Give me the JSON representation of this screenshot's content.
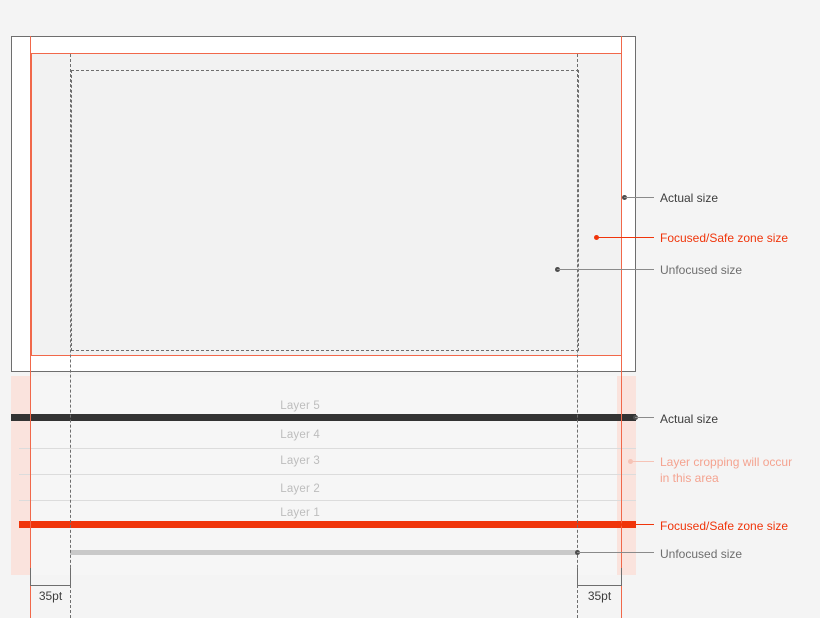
{
  "diagram": {
    "title": "tvOS parallax layer safe zone diagram",
    "colors": {
      "actual_size": "#333333",
      "safe_zone": "#f0350b",
      "safe_zone_outline": "#f1684a",
      "unfocused": "#8a8a8a",
      "crop_area": "#fae3dd",
      "crop_text": "#f4a390",
      "layer_label": "#bdbdbd",
      "panel_border": "#6e6e6e",
      "canvas": "#f4f4f4"
    }
  },
  "upper_panel": {
    "callouts": [
      {
        "id": "actual-size",
        "label": "Actual size"
      },
      {
        "id": "safe-zone",
        "label": "Focused/Safe zone size"
      },
      {
        "id": "unfocused",
        "label": "Unfocused size"
      }
    ]
  },
  "lower_panel": {
    "layers": [
      {
        "label": "Layer 5"
      },
      {
        "label": "Layer 4"
      },
      {
        "label": "Layer 3"
      },
      {
        "label": "Layer 2"
      },
      {
        "label": "Layer 1"
      }
    ],
    "callouts": [
      {
        "id": "actual-size",
        "label": "Actual size"
      },
      {
        "id": "layer-cropping",
        "label": "Layer cropping will occur\nin this area"
      },
      {
        "id": "safe-zone",
        "label": "Focused/Safe zone size"
      },
      {
        "id": "unfocused",
        "label": "Unfocused size"
      }
    ]
  },
  "dimensions": {
    "left": {
      "value": "35pt"
    },
    "right": {
      "value": "35pt"
    }
  }
}
